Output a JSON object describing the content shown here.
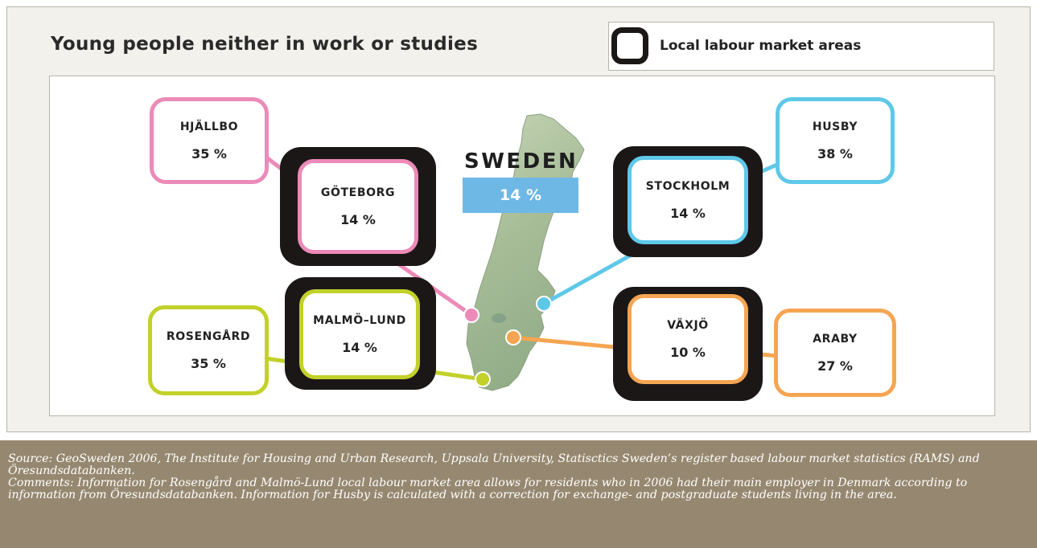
{
  "title": "Young people neither in work or studies",
  "legend": {
    "label": "Local labour market areas",
    "swatch_color": "#1c1717"
  },
  "country": {
    "name": "SWEDEN",
    "value": "14 %",
    "bar_color": "#6eb8e6"
  },
  "areas": {
    "hjallbo": {
      "name": "HJÄLLBO",
      "value": "35 %",
      "color": "#ec8ab8"
    },
    "goteborg": {
      "name": "GÖTEBORG",
      "value": "14 %",
      "color": "#ec8ab8"
    },
    "husby": {
      "name": "HUSBY",
      "value": "38 %",
      "color": "#5ec8e8"
    },
    "stockholm": {
      "name": "STOCKHOLM",
      "value": "14 %",
      "color": "#5ec8e8"
    },
    "rosengard": {
      "name": "ROSENGÅRD",
      "value": "35 %",
      "color": "#c2d12a"
    },
    "malmo": {
      "name": "MALMÖ–LUND",
      "value": "14 %",
      "color": "#c2d12a"
    },
    "vaxjo": {
      "name": "VÄXJÖ",
      "value": "10 %",
      "color": "#f5a552"
    },
    "araby": {
      "name": "ARABY",
      "value": "27 %",
      "color": "#f5a552"
    }
  },
  "footer": {
    "source": "Source: GeoSweden 2006,  The Institute for Housing and Urban Research, Uppsala University, Statisctics Sweden’s register based labour market statistics (RAMS) and Öresundsdatabanken.",
    "comments": "Comments: Information for Rosengård and Malmö-Lund local labour market area allows for residents who in 2006 had their main employer in Denmark according to information from Öresundsdatabanken. Information for Husby is calculated with a correction for exchange- and postgraduate students living in the area."
  }
}
